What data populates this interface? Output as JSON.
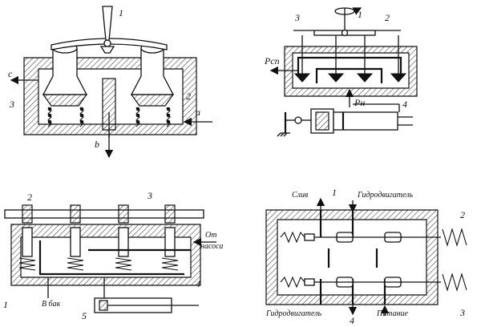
{
  "figures": [
    {
      "id": "fig-top-left",
      "labels": {
        "n1": "1",
        "n2": "2",
        "n3": "3",
        "a": "a",
        "b": "b",
        "c": "c"
      }
    },
    {
      "id": "fig-top-right",
      "labels": {
        "n1": "1",
        "n2": "2",
        "n3": "3",
        "n4": "4",
        "p_sp": "Pсп",
        "p_n": "Pн"
      }
    },
    {
      "id": "fig-bottom-left",
      "labels": {
        "n1": "1",
        "n2": "2",
        "n3": "3",
        "n4": "4",
        "n5": "5",
        "ot_nasosa_1": "От",
        "ot_nasosa_2": "насоса",
        "v_bak": "В бак"
      }
    },
    {
      "id": "fig-bottom-right",
      "labels": {
        "sliv": "Слив",
        "n1": "1",
        "gidrodvigatel_top": "Гидродвигатель",
        "n2": "2",
        "gidrodvigatel_bottom": "Гидродвигатель",
        "n4": "4",
        "pitanie": "Питание",
        "n3": "3"
      }
    }
  ]
}
